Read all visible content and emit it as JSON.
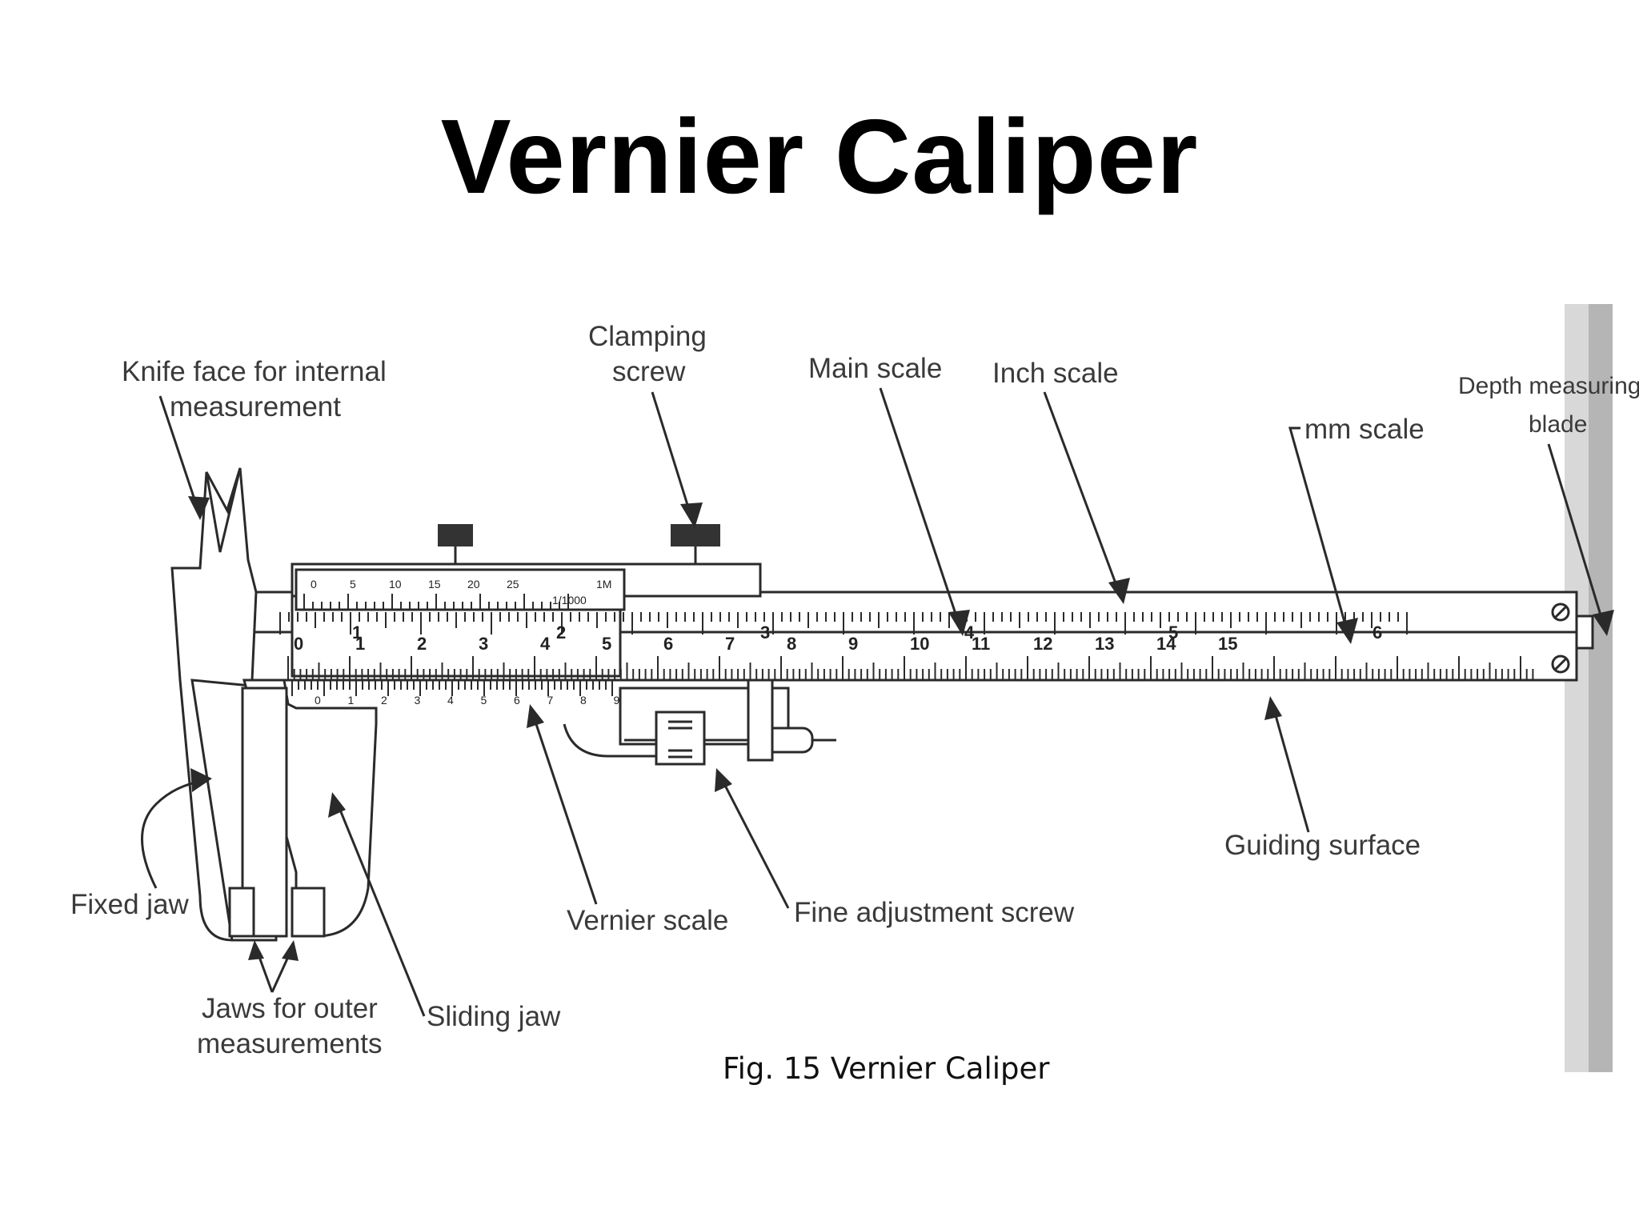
{
  "title": "Vernier Caliper",
  "caption": "Fig. 15 Vernier Caliper",
  "labels": {
    "knife_face_1": "Knife face for internal",
    "knife_face_2": "measurement",
    "clamping_1": "Clamping",
    "clamping_2": "screw",
    "main_scale": "Main scale",
    "inch_scale": "Inch scale",
    "mm_scale": "mm scale",
    "depth_1": "Depth measuring",
    "depth_2": "blade",
    "fixed_jaw": "Fixed jaw",
    "jaws_outer_1": "Jaws for outer",
    "jaws_outer_2": "measurements",
    "sliding_jaw": "Sliding jaw",
    "vernier_scale": "Vernier scale",
    "fine_adjust": "Fine adjustment screw",
    "guiding_surface": "Guiding surface"
  },
  "scale_marks": {
    "upper_vernier": [
      "0",
      "5",
      "10",
      "15",
      "20",
      "25"
    ],
    "upper_vernier_unit": "1/1000",
    "upper_vernier_right": "1M",
    "inch_numbers": [
      "1",
      "2",
      "3",
      "4",
      "5",
      "6"
    ],
    "mm_numbers": [
      "0",
      "1",
      "2",
      "3",
      "4",
      "5",
      "6",
      "7",
      "8",
      "9",
      "10",
      "11",
      "12",
      "13",
      "14",
      "15"
    ],
    "lower_vernier": [
      "0",
      "1",
      "2",
      "3",
      "4",
      "5",
      "6",
      "7",
      "8",
      "9"
    ]
  },
  "colors": {
    "ink": "#2a2a2a",
    "title": "#000000",
    "background": "#ffffff"
  }
}
